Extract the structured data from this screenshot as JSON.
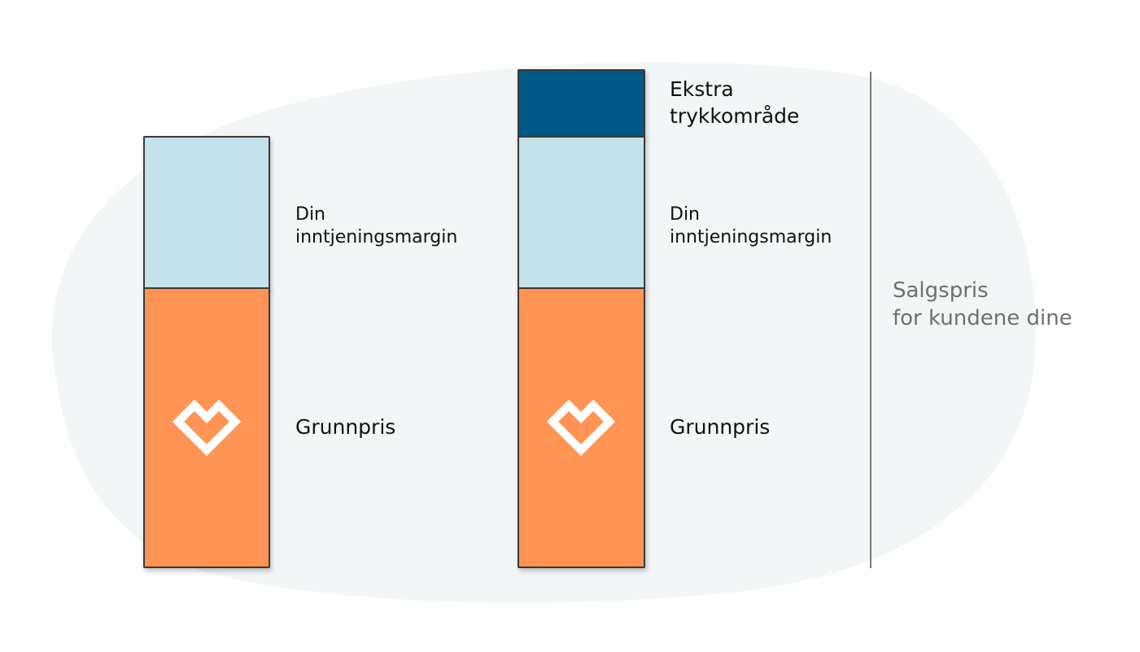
{
  "colors": {
    "background_blob": "#f2f6f7",
    "margin_segment": "#c5e1ea",
    "base_segment": "#ff9454",
    "extra_segment": "#005888",
    "logo": "#ffffff",
    "divider": "#7a7a7a"
  },
  "left_column": {
    "margin_label_line1": "Din",
    "margin_label_line2": "inntjeningsmargin",
    "base_label": "Grunnpris",
    "logo_icon": "heart-logo-icon"
  },
  "right_column": {
    "extra_label_line1": "Ekstra",
    "extra_label_line2": "trykkområde",
    "margin_label_line1": "Din",
    "margin_label_line2": "inntjeningsmargin",
    "base_label": "Grunnpris",
    "logo_icon": "heart-logo-icon"
  },
  "sales_price": {
    "line1": "Salgspris",
    "line2": "for kundene dine"
  }
}
